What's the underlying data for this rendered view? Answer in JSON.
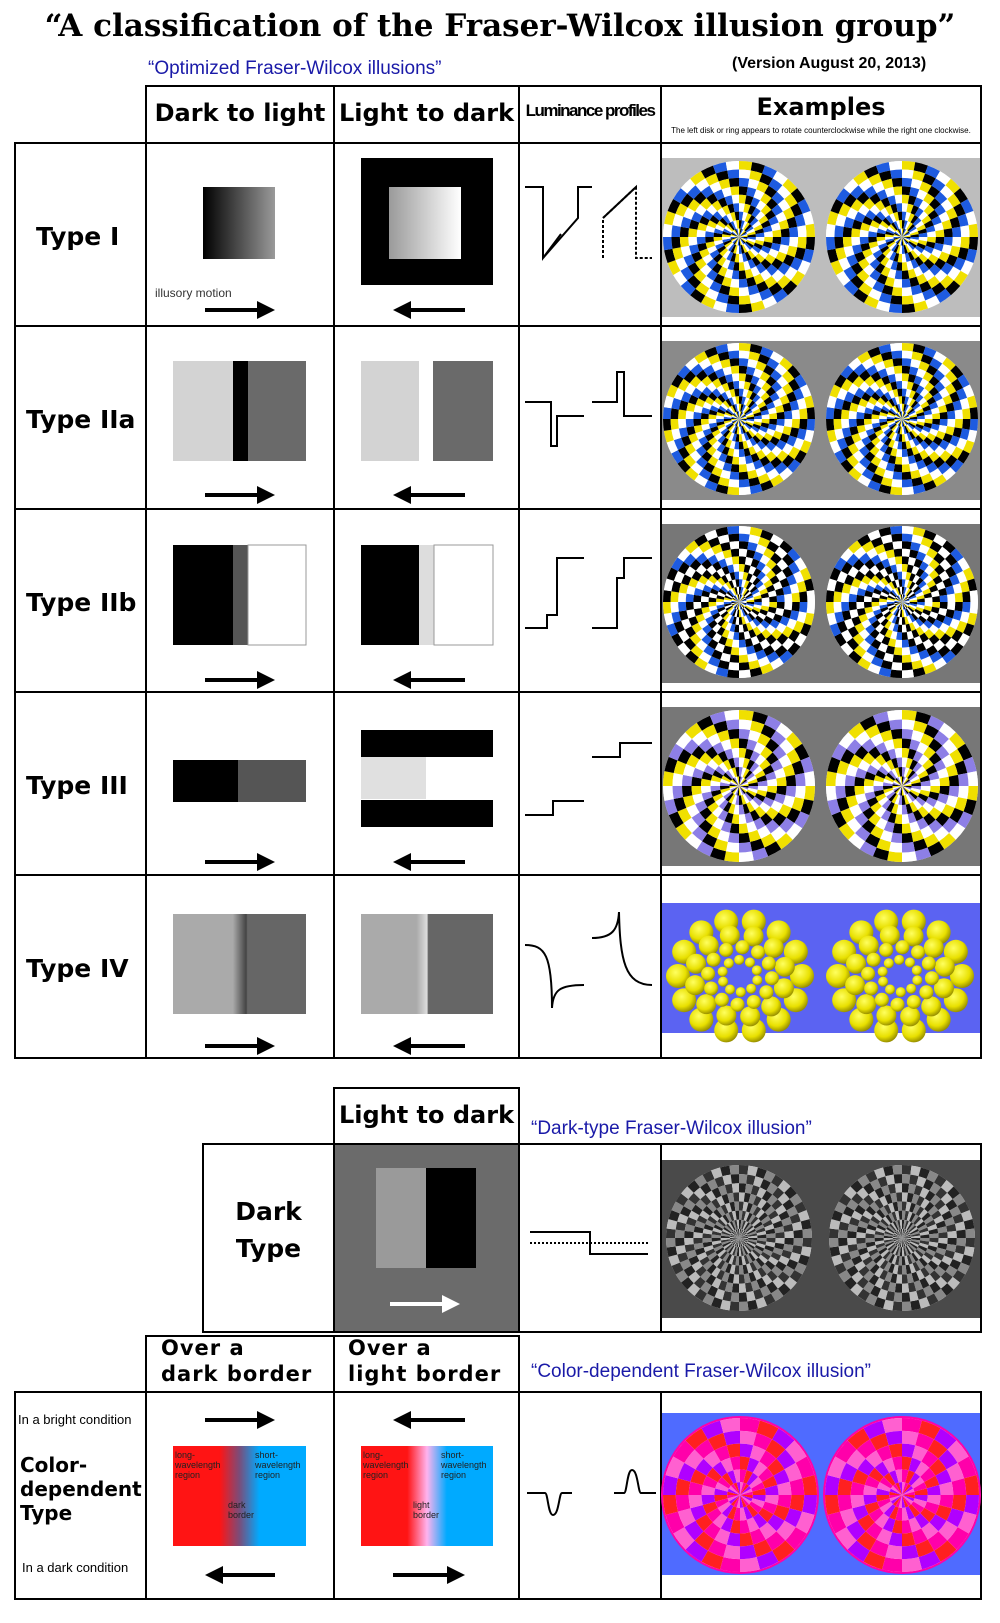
{
  "title": "“A classification of the Fraser-Wilcox illusion group”",
  "subtitle": "“Optimized Fraser-Wilcox illusions”",
  "version": "(Version August 20, 2013)",
  "headers": {
    "dark_to_light": "Dark to light",
    "light_to_dark": "Light to dark",
    "luminance_profiles": "Luminance profiles",
    "examples": "Examples",
    "examples_note": "The left disk or ring appears to rotate counterclockwise while the right one clockwise."
  },
  "rows": [
    {
      "label": "Type I"
    },
    {
      "label": "Type IIa"
    },
    {
      "label": "Type IIb"
    },
    {
      "label": "Type III"
    },
    {
      "label": "Type IV"
    }
  ],
  "illusory_motion": "illusory motion",
  "dark_section": {
    "header": "Light to dark",
    "caption": "“Dark-type Fraser-Wilcox illusion”",
    "label_line1": "Dark",
    "label_line2": "Type"
  },
  "color_section": {
    "header_dark_line1": "Over a",
    "header_dark_line2": "dark border",
    "header_light_line1": "Over a",
    "header_light_line2": "light border",
    "caption": "“Color-dependent Fraser-Wilcox illusion”",
    "bright_condition": "In a bright condition",
    "dark_condition": "In a dark condition",
    "label_line1": "Color-",
    "label_line2": "dependent",
    "label_line3": "Type",
    "long_wave": "long-\nwavelength\nregion",
    "short_wave": "short-\nwavelength\nregion",
    "dark_border": "dark\nborder",
    "light_border": "light\nborder"
  },
  "colors": {
    "blue_text": "#1a1aa8",
    "disk_yellow": "#f0e000",
    "disk_blue": "#1e5be0",
    "disk_purple": "#8d7fe6",
    "bg_grey": "#bdbdbd",
    "bg_mid_grey": "#8a8a8a",
    "bg_blue": "#5b63f2",
    "red": "#ff1414",
    "cyan": "#00aaff",
    "magenta": "#ff00aa"
  }
}
